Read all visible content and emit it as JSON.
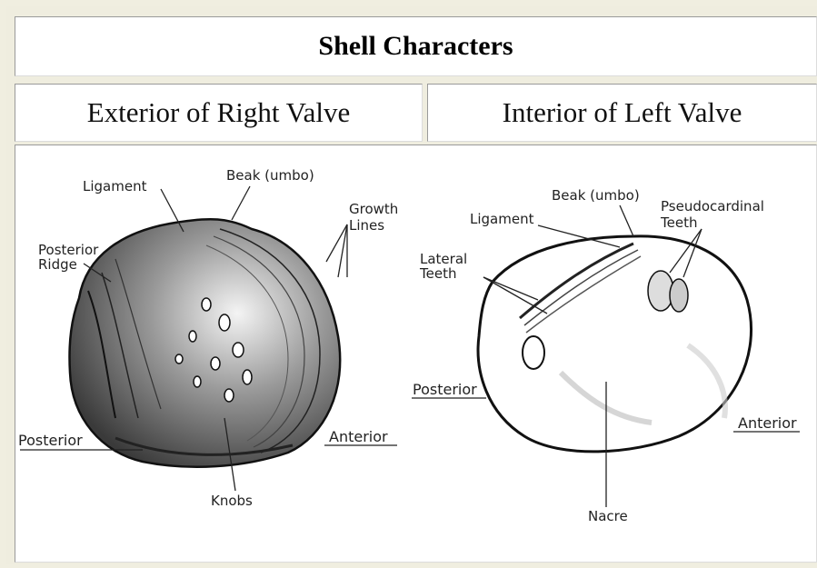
{
  "title": "Shell Characters",
  "headers": {
    "left": "Exterior of Right Valve",
    "right": "Interior of Left Valve"
  },
  "exterior_labels": {
    "beak": "Beak (umbo)",
    "ligament": "Ligament",
    "growth_1": "Growth",
    "growth_2": "Lines",
    "post_ridge_1": "Posterior",
    "post_ridge_2": "Ridge",
    "posterior": "Posterior",
    "anterior": "Anterior",
    "knobs": "Knobs"
  },
  "interior_labels": {
    "beak": "Beak (umbo)",
    "ligament": "Ligament",
    "pseudo_1": "Pseudocardinal",
    "pseudo_2": "Teeth",
    "lateral_1": "Lateral",
    "lateral_2": "Teeth",
    "posterior": "Posterior",
    "anterior": "Anterior",
    "nacre": "Nacre"
  }
}
